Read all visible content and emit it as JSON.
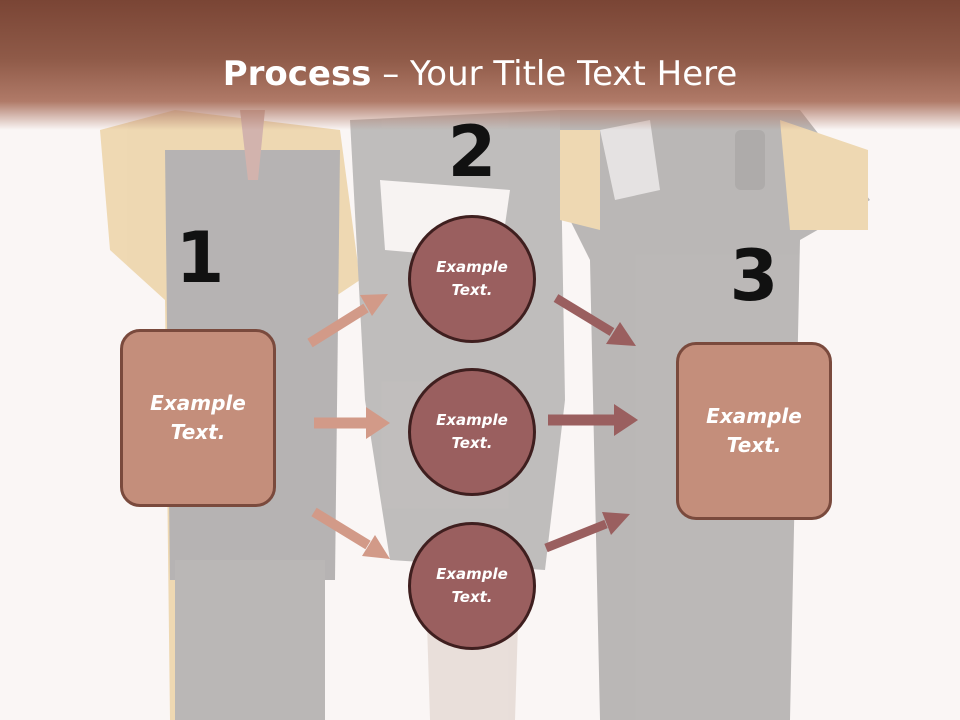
{
  "title": {
    "bold": "Process",
    "rest": " – Your Title Text Here"
  },
  "steps": {
    "one": "1",
    "two": "2",
    "three": "3"
  },
  "left_box": {
    "text": "Example Text."
  },
  "right_box": {
    "text": "Example Text."
  },
  "circles": [
    {
      "text": "Example Text."
    },
    {
      "text": "Example Text."
    },
    {
      "text": "Example Text."
    }
  ],
  "colors": {
    "title_band": "#7a4535",
    "box_fill": "#c48e7b",
    "circle_fill": "#9a5f5f",
    "arrow_left": "#d29a88",
    "arrow_right": "#9a5f5f"
  }
}
